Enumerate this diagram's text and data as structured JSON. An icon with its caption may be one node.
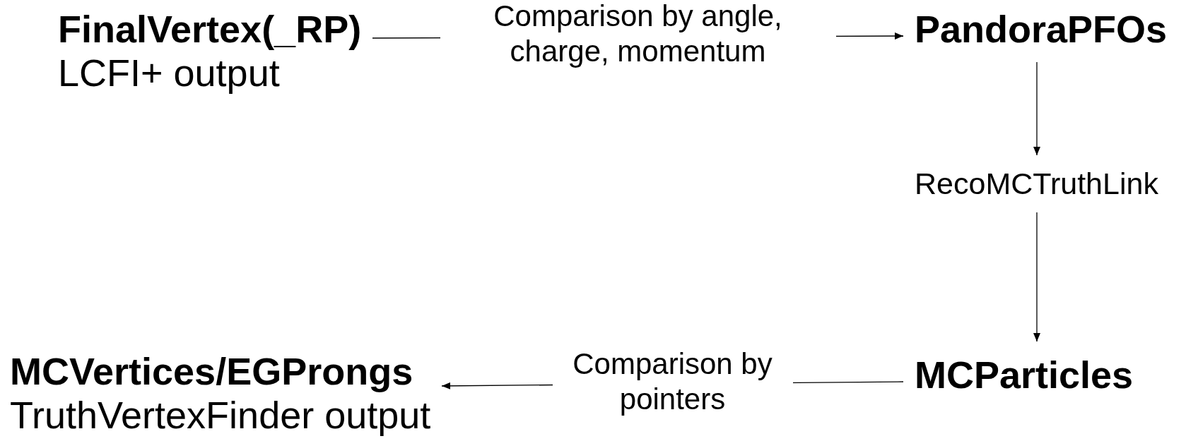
{
  "diagram": {
    "nodes": [
      {
        "text": [
          "FinalVertex(_RP)",
          "LCFI+ output"
        ]
      },
      {
        "text": [
          "PandoraPFOs"
        ]
      },
      {
        "text": [
          "RecoMCTruthLink"
        ]
      },
      {
        "text": [
          "MCParticles"
        ]
      },
      {
        "text": [
          "MCVertices/EGProngs",
          "TruthVertexFinder output"
        ]
      }
    ],
    "edges": [
      {
        "from": 0,
        "to": 1,
        "arrow": "to",
        "label": "Comparison by angle, charge, momentum"
      },
      {
        "from": 1,
        "to": 2,
        "arrow": "to"
      },
      {
        "from": 2,
        "to": 3,
        "arrow": "to"
      },
      {
        "from": 3,
        "to": 4,
        "arrow": "to",
        "label": "Comparison by pointers"
      }
    ]
  }
}
